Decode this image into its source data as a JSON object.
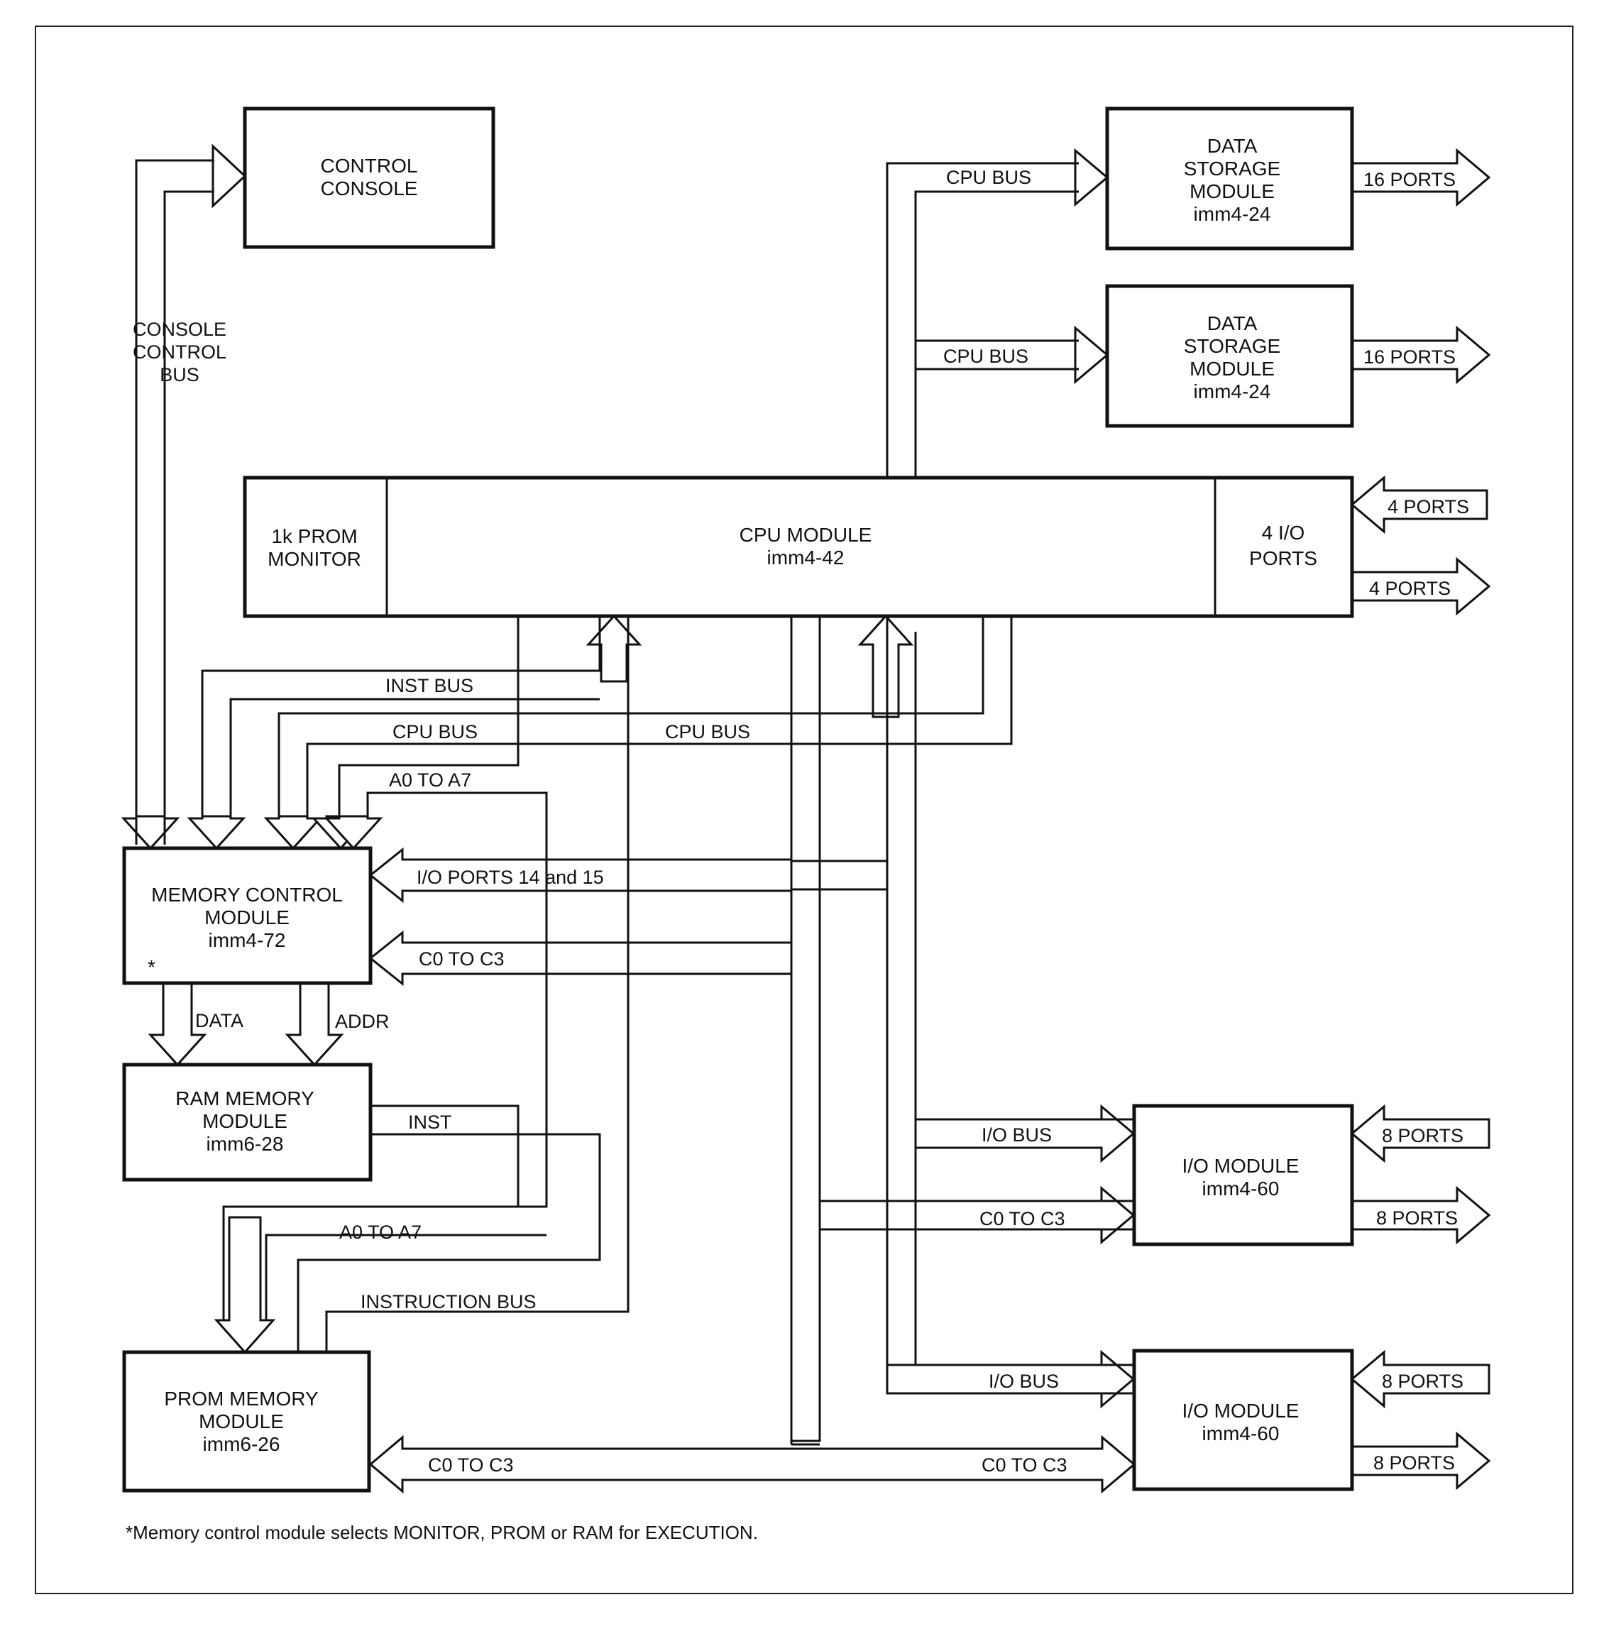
{
  "boxes": {
    "control_console": [
      "CONTROL",
      "CONSOLE"
    ],
    "data_storage_1": [
      "DATA",
      "STORAGE",
      "MODULE",
      "imm4-24"
    ],
    "data_storage_2": [
      "DATA",
      "STORAGE",
      "MODULE",
      "imm4-24"
    ],
    "prom_monitor": [
      "1k PROM",
      "MONITOR"
    ],
    "cpu_module": [
      "CPU MODULE",
      "imm4-42"
    ],
    "io_ports": [
      "4 I/O",
      "PORTS"
    ],
    "memory_control": [
      "MEMORY CONTROL",
      "MODULE",
      "imm4-72"
    ],
    "memory_control_mark": "*",
    "ram_memory": [
      "RAM MEMORY",
      "MODULE",
      "imm6-28"
    ],
    "prom_memory": [
      "PROM MEMORY",
      "MODULE",
      "imm6-26"
    ],
    "io_module_1": [
      "I/O MODULE",
      "imm4-60"
    ],
    "io_module_2": [
      "I/O MODULE",
      "imm4-60"
    ]
  },
  "labels": {
    "console_control_bus": [
      "CONSOLE",
      "CONTROL",
      "BUS"
    ],
    "cpu_bus_ds1": "CPU BUS",
    "cpu_bus_ds2": "CPU BUS",
    "ports_ds1": "16 PORTS",
    "ports_ds2": "16 PORTS",
    "ports_cpu_in": "4 PORTS",
    "ports_cpu_out": "4 PORTS",
    "inst_bus": "INST BUS",
    "cpu_bus_left": "CPU BUS",
    "cpu_bus_right": "CPU BUS",
    "a0_a7_top": "A0 TO A7",
    "io_ports_14_15": "I/O PORTS 14 and 15",
    "c0_c3_mcm": "C0 TO C3",
    "data": "DATA",
    "addr": "ADDR",
    "inst": "INST",
    "a0_a7_bottom": "A0 TO A7",
    "instruction_bus": "INSTRUCTION BUS",
    "c0_c3_prom": "C0 TO C3",
    "io_bus_1": "I/O BUS",
    "c0_c3_io1": "C0 TO C3",
    "io_bus_2": "I/O BUS",
    "c0_c3_io2": "C0 TO C3",
    "ports_io1_in": "8 PORTS",
    "ports_io1_out": "8 PORTS",
    "ports_io2_in": "8 PORTS",
    "ports_io2_out": "8 PORTS"
  },
  "footnote": "*Memory control module selects MONITOR, PROM or RAM for EXECUTION."
}
